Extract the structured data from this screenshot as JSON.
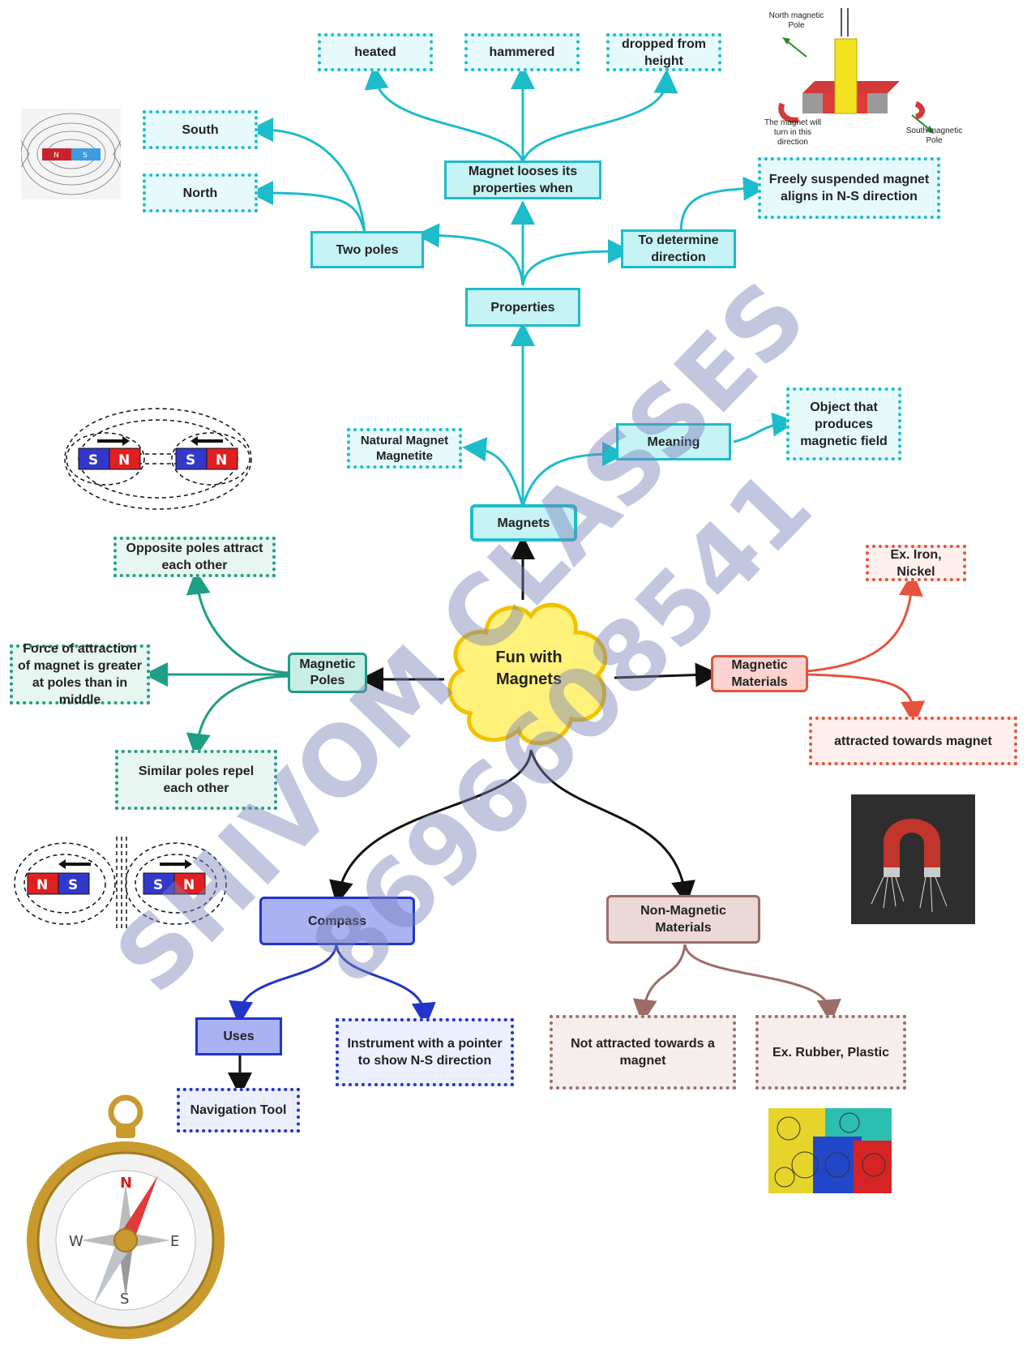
{
  "center": {
    "line1": "Fun with",
    "line2": "Magnets"
  },
  "magnets": {
    "label": "Magnets",
    "natural": "Natural Magnet Magnetite",
    "meaning": "Meaning",
    "meaning_def": "Object that produces magnetic field",
    "properties": "Properties",
    "two_poles": "Two poles",
    "south": "South",
    "north": "North",
    "looses": "Magnet looses its properties when",
    "heated": "heated",
    "hammered": "hammered",
    "dropped": "dropped from height",
    "direction": "To determine direction",
    "suspended": "Freely suspended magnet aligns in N-S direction"
  },
  "poles": {
    "label": "Magnetic Poles",
    "opposite": "Opposite poles attract each other",
    "force": "Force of attraction of magnet is greater at poles than in middle",
    "similar": "Similar poles repel each other"
  },
  "materials": {
    "label": "Magnetic Materials",
    "example": "Ex. Iron, Nickel",
    "attracted": "attracted towards magnet"
  },
  "compass": {
    "label": "Compass",
    "uses": "Uses",
    "navigation": "Navigation Tool",
    "instrument": "Instrument with a pointer to show N-S direction"
  },
  "non_magnetic": {
    "label": "Non-Magnetic Materials",
    "not_attracted": "Not attracted towards a magnet",
    "example": "Ex. Rubber, Plastic"
  },
  "suspended_image": {
    "north_pole": "North magnetic Pole",
    "south_pole": "South magnetic Pole",
    "turn": "The magnet will turn in this direction"
  },
  "bar_magnet_letters": {
    "s": "S",
    "n": "N"
  },
  "compass_letters": {
    "n": "N",
    "s": "S",
    "e": "E",
    "w": "W"
  },
  "watermark": {
    "line1": "SHIVOM CLASSES",
    "line2": "8696608541"
  },
  "colors": {
    "cyan": "#1dbccb",
    "teal": "#1e9e86",
    "red": "#e5533e",
    "blue": "#2235c8",
    "brown": "#9b6d68",
    "cloud": "#fff27a"
  }
}
